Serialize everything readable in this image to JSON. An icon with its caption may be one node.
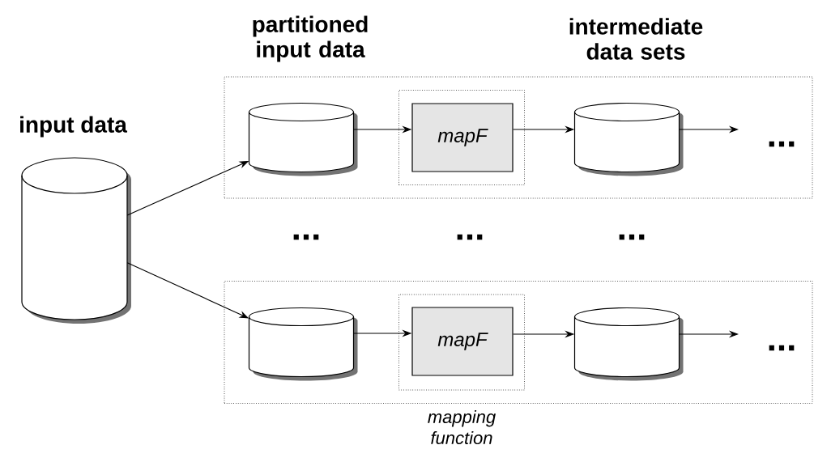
{
  "diagram": {
    "nodes": [
      {
        "text": [
          "input data"
        ]
      },
      {
        "text": [],
        "shape": "box"
      },
      {
        "text": [],
        "shape": "cylinder",
        "in": 1
      },
      {
        "text": [],
        "shape": "box",
        "in": 1
      },
      {
        "text": [
          "mapF"
        ],
        "in": 3
      },
      {
        "text": [],
        "shape": "cylinder",
        "in": 1
      },
      {
        "text": [],
        "shape": "box"
      },
      {
        "text": [],
        "shape": "cylinder",
        "in": 6
      },
      {
        "text": [],
        "shape": "box",
        "in": 6
      },
      {
        "text": [
          "mapF"
        ],
        "in": 8
      },
      {
        "text": [],
        "shape": "cylinder",
        "in": 6
      }
    ],
    "edges": [
      {
        "from": 0,
        "to": 2,
        "arrow": "to"
      },
      {
        "from": 0,
        "to": 7,
        "arrow": "to"
      },
      {
        "from": 2,
        "to": 4,
        "arrow": "to"
      },
      {
        "from": 4,
        "to": 5,
        "arrow": "to"
      },
      {
        "from": 5,
        "to": null,
        "arrow": "to"
      },
      {
        "from": 7,
        "to": 9,
        "arrow": "to"
      },
      {
        "from": 9,
        "to": 10,
        "arrow": "to"
      },
      {
        "from": 10,
        "to": null,
        "arrow": "to"
      }
    ],
    "labels": [
      "partitioned input data",
      "intermediate data sets",
      "...",
      "...",
      "...",
      "...",
      "...",
      "mapping function"
    ]
  }
}
